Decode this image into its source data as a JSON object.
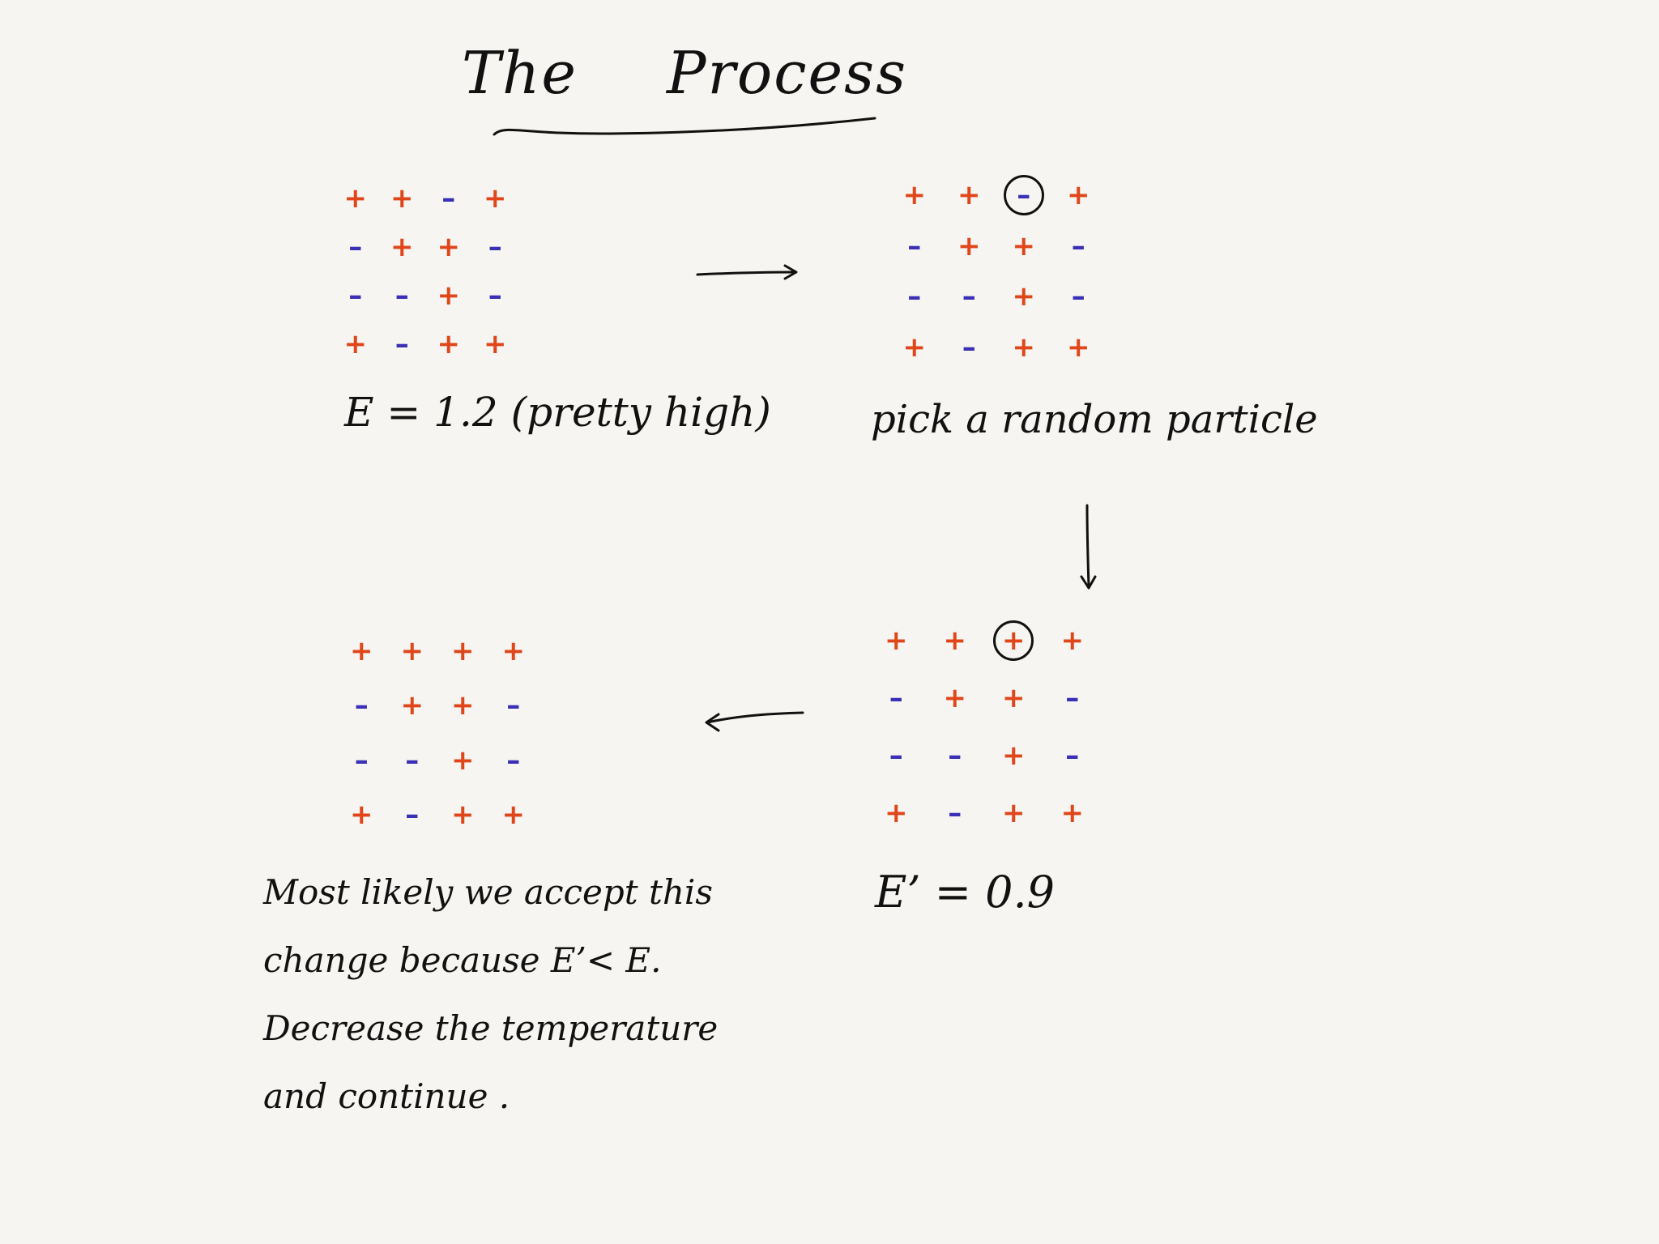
{
  "title": {
    "word1": "The",
    "word2": "Process"
  },
  "colors": {
    "plus": "#e0461a",
    "minus": "#3a2fb5",
    "ink": "#111111",
    "paper": "#f6f5f1"
  },
  "grids": [
    {
      "id": "initial",
      "cells": [
        [
          "+",
          "+",
          "-",
          "+"
        ],
        [
          "-",
          "+",
          "+",
          "-"
        ],
        [
          "-",
          "-",
          "+",
          "-"
        ],
        [
          "+",
          "-",
          "+",
          "+"
        ]
      ],
      "highlight": null
    },
    {
      "id": "picked",
      "cells": [
        [
          "+",
          "+",
          "-",
          "+"
        ],
        [
          "-",
          "+",
          "+",
          "-"
        ],
        [
          "-",
          "-",
          "+",
          "-"
        ],
        [
          "+",
          "-",
          "+",
          "+"
        ]
      ],
      "highlight": [
        0,
        2
      ]
    },
    {
      "id": "flipped",
      "cells": [
        [
          "+",
          "+",
          "+",
          "+"
        ],
        [
          "-",
          "+",
          "+",
          "-"
        ],
        [
          "-",
          "-",
          "+",
          "-"
        ],
        [
          "+",
          "-",
          "+",
          "+"
        ]
      ],
      "highlight": [
        0,
        2
      ]
    },
    {
      "id": "accepted",
      "cells": [
        [
          "+",
          "+",
          "+",
          "+"
        ],
        [
          "-",
          "+",
          "+",
          "-"
        ],
        [
          "-",
          "-",
          "+",
          "-"
        ],
        [
          "+",
          "-",
          "+",
          "+"
        ]
      ],
      "highlight": null
    }
  ],
  "labels": {
    "energy_initial": "E = 1.2 (pretty high)",
    "pick_caption": "pick a random particle",
    "energy_new": "E’ = 0.9"
  },
  "conclusion": {
    "line1": "Most likely we accept this",
    "line2": "change because E’< E.",
    "line3": "Decrease the temperature",
    "line4": "and continue ."
  }
}
